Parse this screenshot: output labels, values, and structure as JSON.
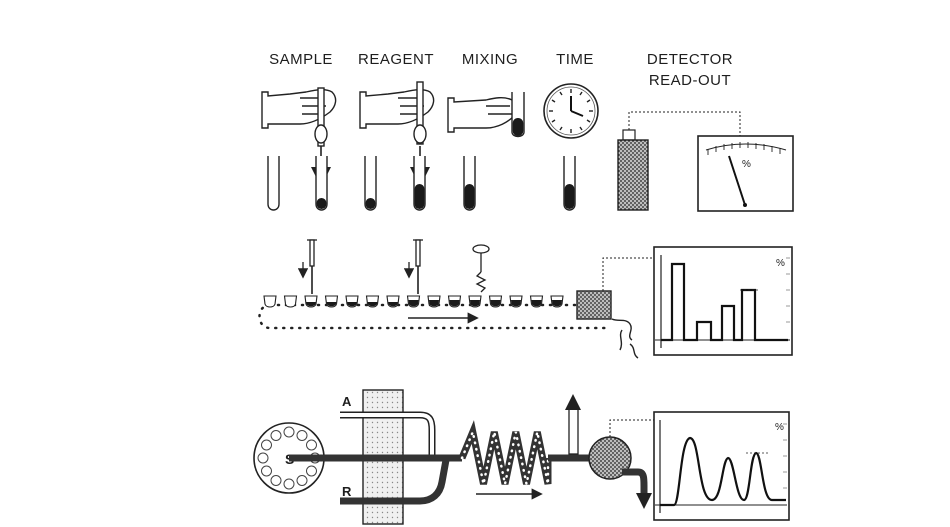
{
  "section_manual": {
    "step_labels": [
      "SAMPLE",
      "REAGENT",
      "MIXING",
      "TIME"
    ],
    "detector_label_line1": "DETECTOR",
    "detector_label_line2": "READ-OUT",
    "meter_unit": "%"
  },
  "section_segmented": {
    "recorder_unit": "%"
  },
  "section_flow": {
    "sampler_label": "S",
    "line_a_label": "A",
    "line_r_label": "R",
    "recorder_unit": "%"
  }
}
